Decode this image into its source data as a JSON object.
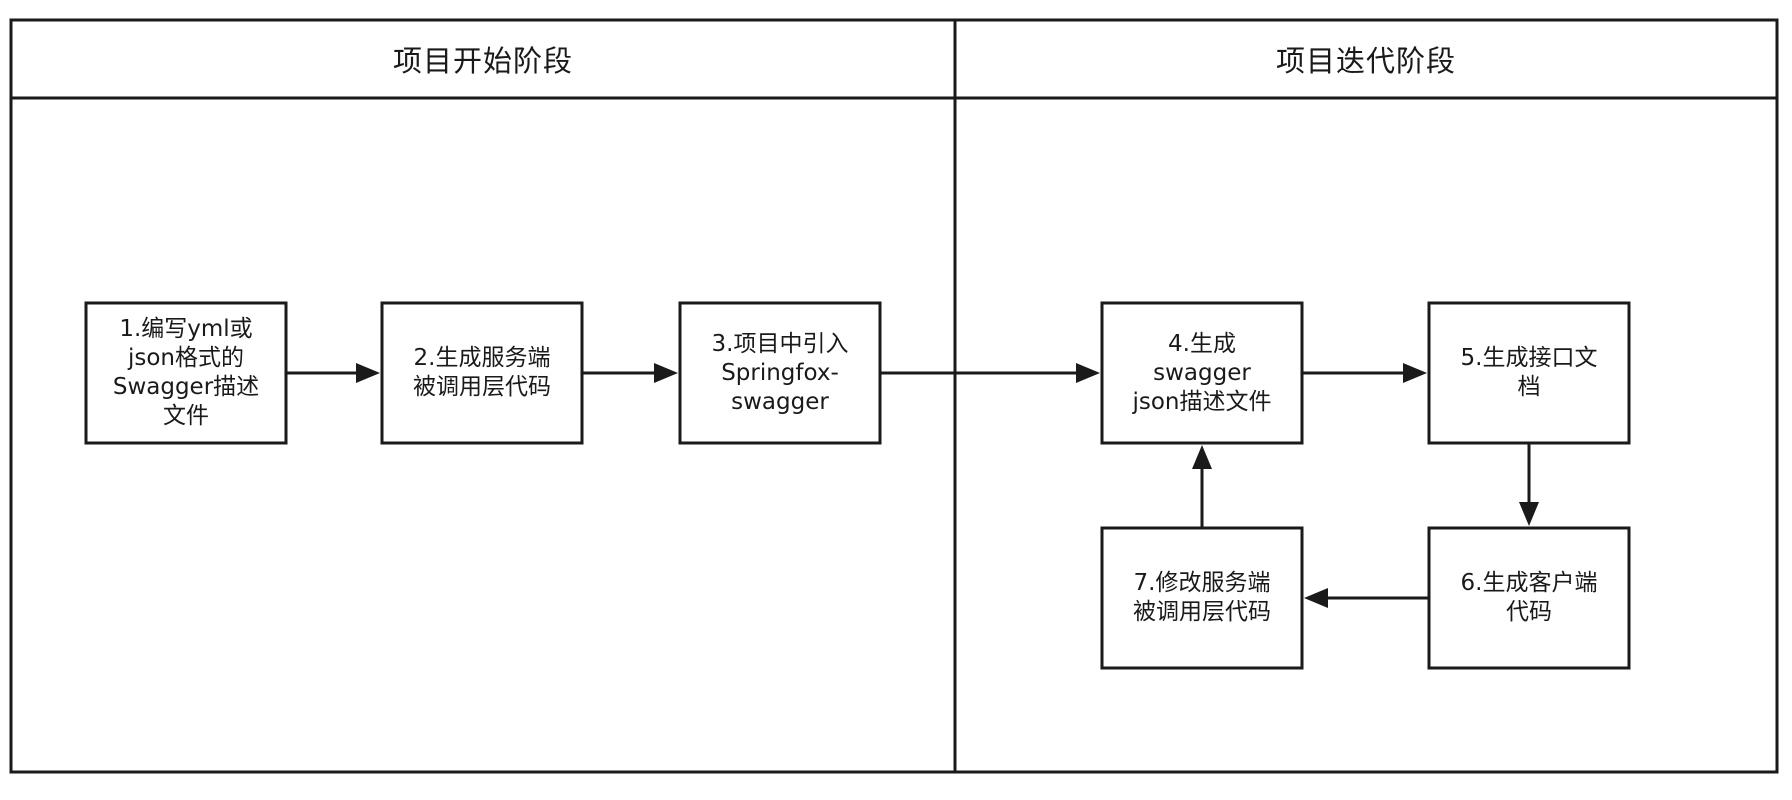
{
  "swimlanes": [
    {
      "title": "项目开始阶段"
    },
    {
      "title": "项目迭代阶段"
    }
  ],
  "steps": [
    {
      "label": "1.编写yml或\njson格式的\nSwagger描述\n文件"
    },
    {
      "label": "2.生成服务端\n被调用层代码"
    },
    {
      "label": "3.项目中引入\nSpringfox-\nswagger"
    },
    {
      "label": "4.生成\nswagger\njson描述文件"
    },
    {
      "label": "5.生成接口文\n档"
    },
    {
      "label": "6.生成客户端\n代码"
    },
    {
      "label": "7.修改服务端\n被调用层代码"
    }
  ],
  "flows": [
    {
      "from": 1,
      "to": 2
    },
    {
      "from": 2,
      "to": 3
    },
    {
      "from": 3,
      "to": 4
    },
    {
      "from": 4,
      "to": 5
    },
    {
      "from": 5,
      "to": 6
    },
    {
      "from": 6,
      "to": 7
    },
    {
      "from": 7,
      "to": 4
    }
  ],
  "colors": {
    "line": "#1a1a1a",
    "background": "#ffffff"
  }
}
